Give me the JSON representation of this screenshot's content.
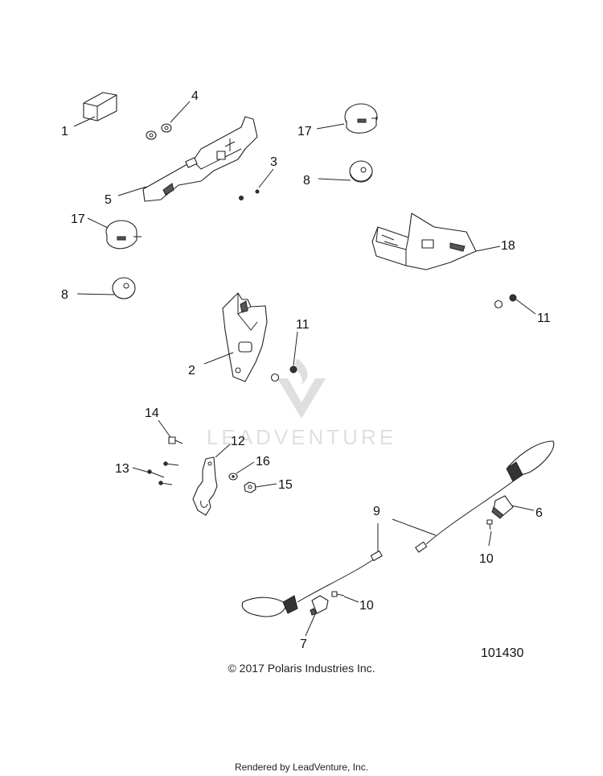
{
  "diagram_number": "101430",
  "copyright": "© 2017 Polaris Industries Inc.",
  "rendered_by": "Rendered by LeadVenture, Inc.",
  "watermark": "LEADVENTURE",
  "callouts": {
    "c1": "1",
    "c2": "2",
    "c3": "3",
    "c4": "4",
    "c5": "5",
    "c6": "6",
    "c7": "7",
    "c8a": "8",
    "c8b": "8",
    "c9": "9",
    "c10a": "10",
    "c10b": "10",
    "c11a": "11",
    "c11b": "11",
    "c12": "12",
    "c13": "13",
    "c14": "14",
    "c15": "15",
    "c16": "16",
    "c17a": "17",
    "c17b": "17",
    "c18": "18"
  }
}
